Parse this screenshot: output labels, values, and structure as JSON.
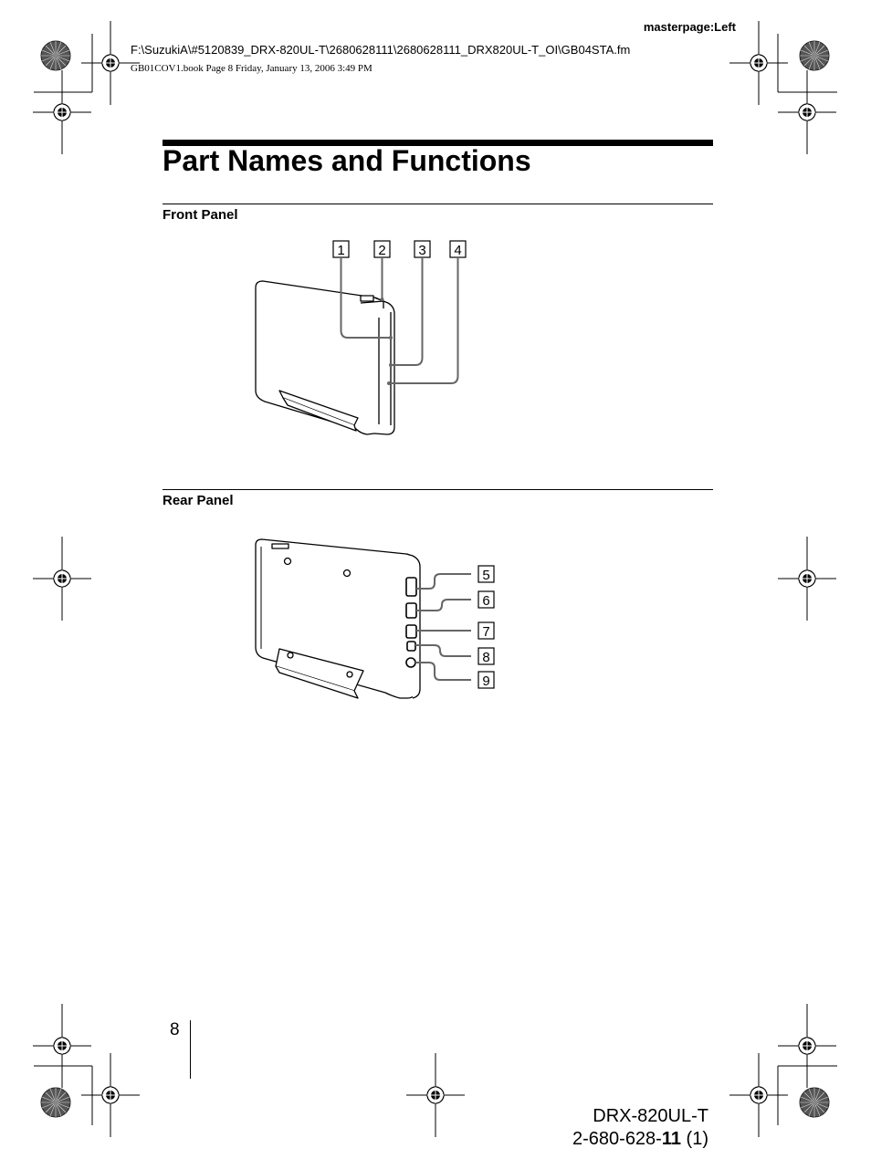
{
  "header": {
    "masterpage": "masterpage:Left",
    "file_path": "F:\\SuzukiA\\#5120839_DRX-820UL-T\\2680628111\\2680628111_DRX820UL-T_OI\\GB04STA.fm",
    "book_line": "GB01COV1.book  Page 8  Friday, January 13, 2006  3:49 PM"
  },
  "main": {
    "title": "Part Names and Functions",
    "front_panel": {
      "heading": "Front Panel",
      "callouts": [
        "1",
        "2",
        "3",
        "4"
      ]
    },
    "rear_panel": {
      "heading": "Rear Panel",
      "callouts": [
        "5",
        "6",
        "7",
        "8",
        "9"
      ]
    }
  },
  "footer": {
    "page_number": "8",
    "model": "DRX-820UL-T",
    "part_prefix": "2-680-628-",
    "part_bold": "11",
    "part_suffix": " (1)"
  }
}
